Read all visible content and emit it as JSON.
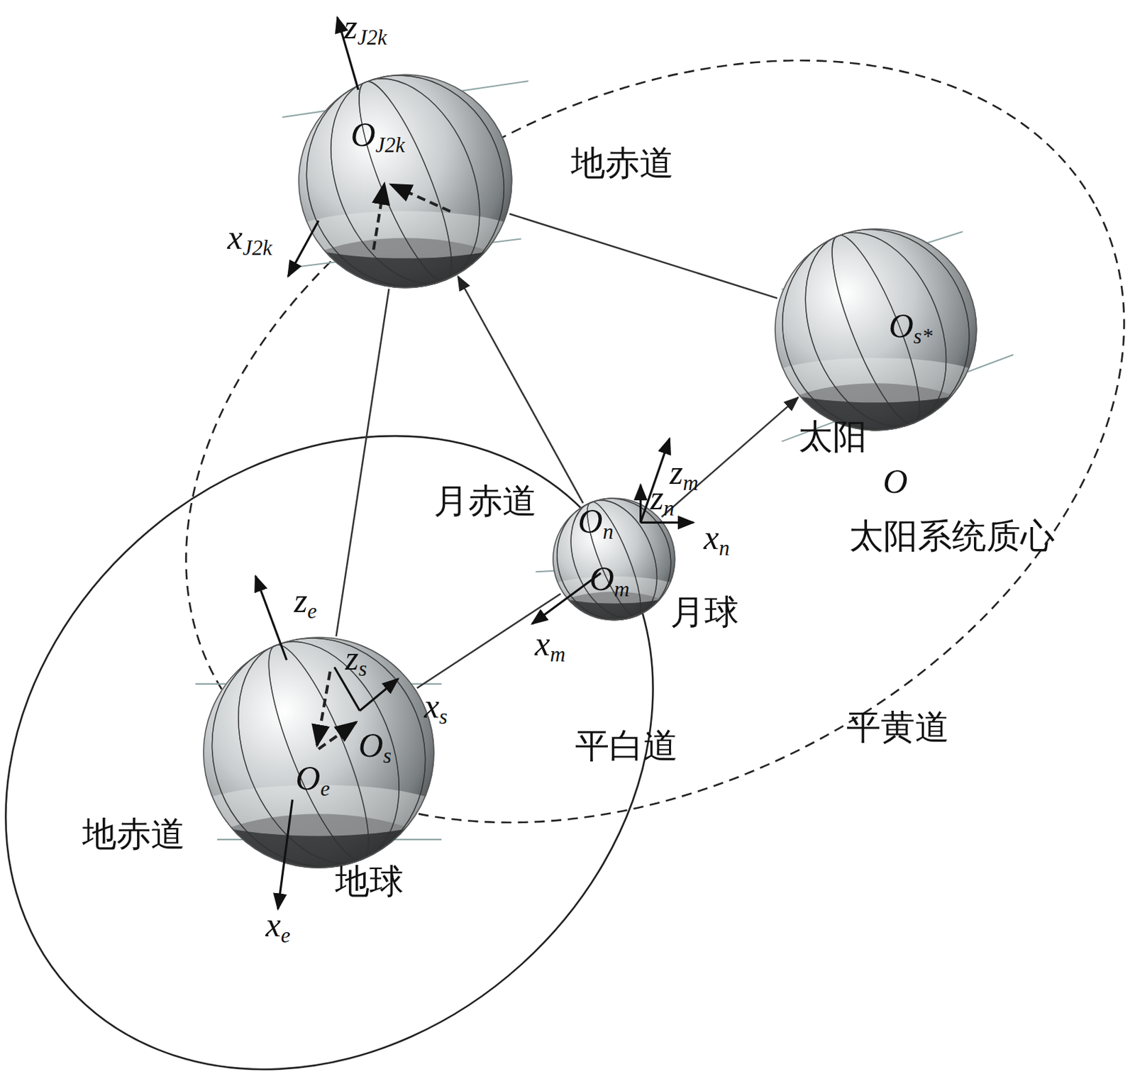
{
  "diagram": {
    "nodes": [
      {
        "text": [
          "OJ2k",
          "地赤道"
        ]
      },
      {
        "text": [
          "Os*",
          "太阳"
        ]
      },
      {
        "text": [
          "On",
          "Om",
          "月球"
        ]
      },
      {
        "text": [
          "Os",
          "Oe",
          "地赤道",
          "地球"
        ]
      }
    ],
    "edges": [
      {
        "from": 1,
        "to": 0,
        "arrow": "none"
      },
      {
        "from": 2,
        "to": 0,
        "arrow": "to"
      },
      {
        "from": 3,
        "to": 0,
        "arrow": "none"
      },
      {
        "from": 2,
        "to": 1,
        "arrow": "to"
      },
      {
        "from": 3,
        "to": 2,
        "arrow": "none"
      }
    ],
    "labels": [
      "zJ2k",
      "xJ2k",
      "zm",
      "zn",
      "xn",
      "xm",
      "ze",
      "xe",
      "zs",
      "xs",
      "月赤道",
      "O",
      "太阳系统质心",
      "平白道",
      "平黄道"
    ]
  }
}
